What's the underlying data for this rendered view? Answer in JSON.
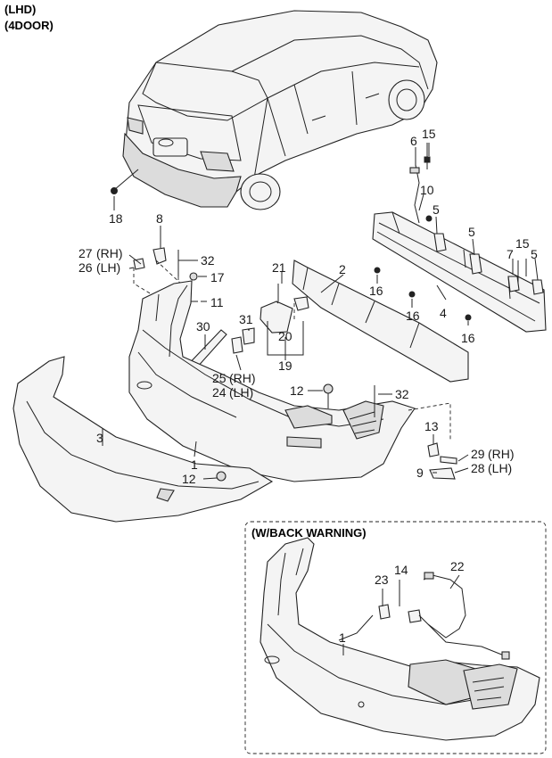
{
  "header": {
    "line1": "(LHD)",
    "line2": "(4DOOR)"
  },
  "inset": {
    "title": "(W/BACK WARNING)"
  },
  "callouts": {
    "c18": "18",
    "c8": "8",
    "c27": "27",
    "c27s": "(RH)",
    "c26": "26",
    "c26s": "(LH)",
    "c32a": "32",
    "c17": "17",
    "c11": "11",
    "c21": "21",
    "c2": "2",
    "c31": "31",
    "c30": "30",
    "c20": "20",
    "c19": "19",
    "c25": "25",
    "c25s": "(RH)",
    "c24": "24",
    "c24s": "(LH)",
    "c12a": "12",
    "c32b": "32",
    "c3": "3",
    "c1": "1",
    "c12b": "12",
    "c13": "13",
    "c29": "29",
    "c29s": "(RH)",
    "c28": "28",
    "c28s": "(LH)",
    "c9": "9",
    "c6": "6",
    "c15a": "15",
    "c10": "10",
    "c5a": "5",
    "c5b": "5",
    "c7": "7",
    "c15b": "15",
    "c5c": "5",
    "c16a": "16",
    "c16b": "16",
    "c16c": "16",
    "c4": "4",
    "c23": "23",
    "c14": "14",
    "c22": "22",
    "c1b": "1"
  }
}
